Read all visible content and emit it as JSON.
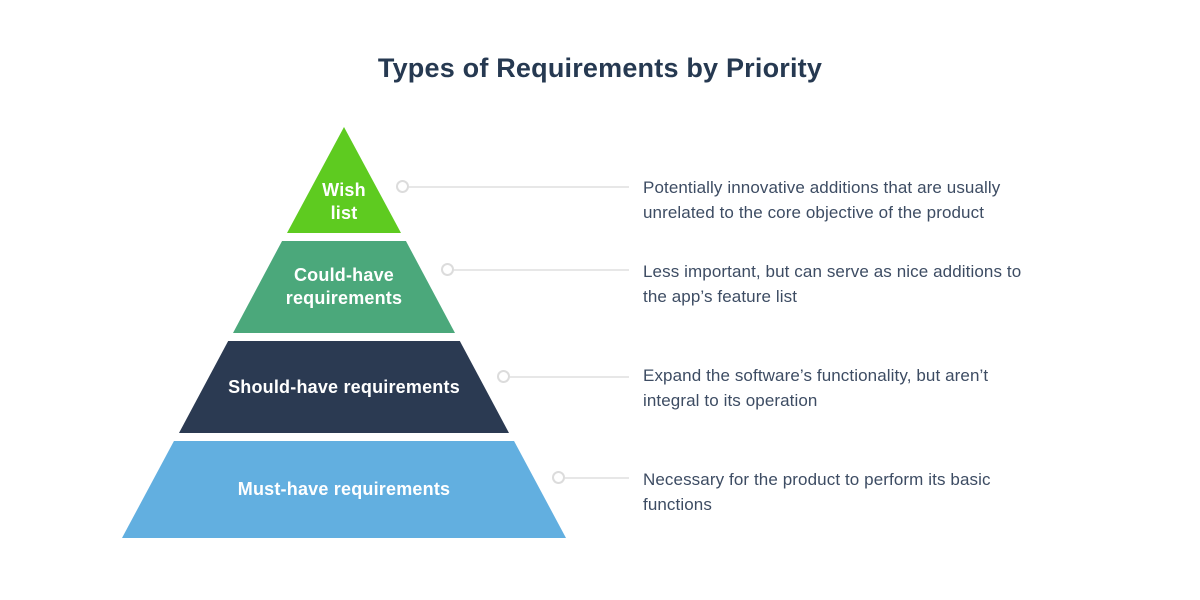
{
  "title": "Types of Requirements by Priority",
  "colors": {
    "title_text": "#263951",
    "description_text": "#3d4c63",
    "connector_line": "#e7e7e7",
    "connector_ring": "#dcdcdc",
    "level_green": "#5ecb20",
    "level_teal": "#4ba87b",
    "level_navy": "#2b3a52",
    "level_blue": "#62afe0"
  },
  "pyramid": {
    "levels": [
      {
        "label": "Wish list",
        "label_lines": [
          "Wish",
          "list"
        ],
        "color": "#5ecb20",
        "description_lines": [
          "Potentially innovative additions that are usually",
          "unrelated to the core objective of the product"
        ]
      },
      {
        "label": "Could-have requirements",
        "label_lines": [
          "Could-have",
          "requirements"
        ],
        "color": "#4ba87b",
        "description_lines": [
          "Less important, but can serve as nice additions to",
          "the app’s feature list"
        ]
      },
      {
        "label": "Should-have requirements",
        "label_lines": [
          "Should-have requirements"
        ],
        "color": "#2b3a52",
        "description_lines": [
          "Expand the software’s functionality, but aren’t",
          "integral to its operation"
        ]
      },
      {
        "label": "Must-have requirements",
        "label_lines": [
          "Must-have requirements"
        ],
        "color": "#62afe0",
        "description_lines": [
          "Necessary for the product to perform its basic",
          "functions"
        ]
      }
    ]
  }
}
